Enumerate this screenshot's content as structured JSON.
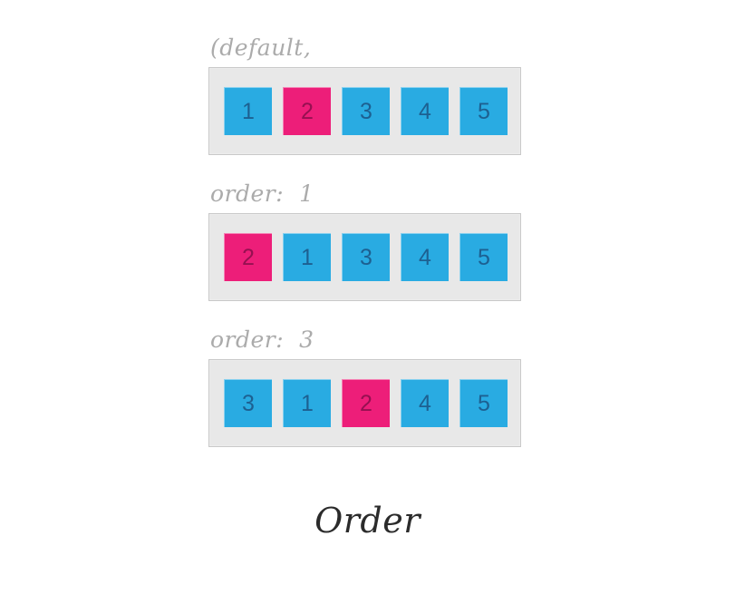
{
  "figure": {
    "title": "Order",
    "background_color": "#ffffff"
  },
  "colors": {
    "item_default": "#29abe2",
    "item_default_text": "#1d6091",
    "item_highlight": "#ed1e79",
    "item_highlight_text": "#961051",
    "container_fill": "#e8e8e8",
    "container_border": "#c9c9c9",
    "label_text": "#ababab",
    "title_text": "#2b2b2b"
  },
  "examples": [
    {
      "label": "(default,",
      "items": [
        {
          "number": "1",
          "highlight": false
        },
        {
          "number": "2",
          "highlight": true
        },
        {
          "number": "3",
          "highlight": false
        },
        {
          "number": "4",
          "highlight": false
        },
        {
          "number": "5",
          "highlight": false
        }
      ]
    },
    {
      "label": "order:  1",
      "items": [
        {
          "number": "2",
          "highlight": true
        },
        {
          "number": "1",
          "highlight": false
        },
        {
          "number": "3",
          "highlight": false
        },
        {
          "number": "4",
          "highlight": false
        },
        {
          "number": "5",
          "highlight": false
        }
      ]
    },
    {
      "label": "order:  3",
      "items": [
        {
          "number": "3",
          "highlight": false
        },
        {
          "number": "1",
          "highlight": false
        },
        {
          "number": "2",
          "highlight": true
        },
        {
          "number": "4",
          "highlight": false
        },
        {
          "number": "5",
          "highlight": false
        }
      ]
    }
  ]
}
